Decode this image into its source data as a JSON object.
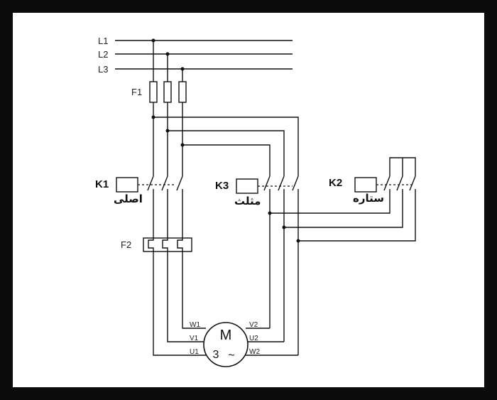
{
  "lines": {
    "l1": "L1",
    "l2": "L2",
    "l3": "L3"
  },
  "fuses": {
    "f1": "F1",
    "f2": "F2"
  },
  "contactors": {
    "k1": {
      "id": "K1",
      "name": "اصلی"
    },
    "k3": {
      "id": "K3",
      "name": "مثلث"
    },
    "k2": {
      "id": "K2",
      "name": "ستاره"
    }
  },
  "motor": {
    "symbol": "M",
    "phase": "3",
    "tilde": "~",
    "terminals": {
      "w1": "W1",
      "v1": "V1",
      "u1": "U1",
      "v2": "V2",
      "u2": "U2",
      "w2": "W2"
    }
  },
  "colors": {
    "frame": "#0b0b0b",
    "background": "#ffffff",
    "wire": "#111111"
  }
}
